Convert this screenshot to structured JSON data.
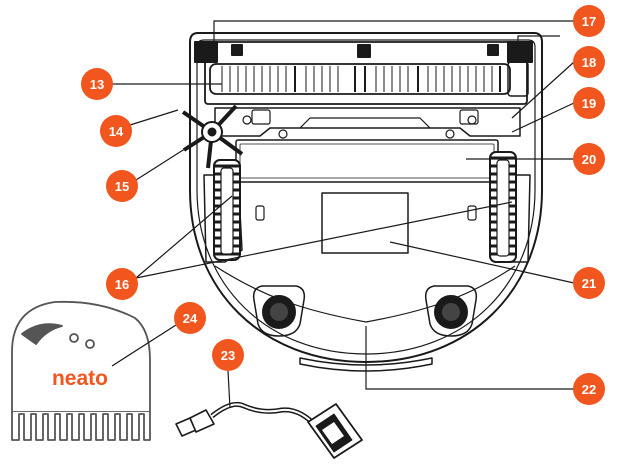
{
  "accent_color": "#f0561d",
  "line_color": "#1a1a1a",
  "brand_text": "neato",
  "callouts": [
    {
      "id": "c13",
      "label": "13"
    },
    {
      "id": "c14",
      "label": "14"
    },
    {
      "id": "c15",
      "label": "15"
    },
    {
      "id": "c16",
      "label": "16"
    },
    {
      "id": "c17",
      "label": "17"
    },
    {
      "id": "c18",
      "label": "18"
    },
    {
      "id": "c19",
      "label": "19"
    },
    {
      "id": "c20",
      "label": "20"
    },
    {
      "id": "c21",
      "label": "21"
    },
    {
      "id": "c22",
      "label": "22"
    },
    {
      "id": "c23",
      "label": "23"
    },
    {
      "id": "c24",
      "label": "24"
    }
  ],
  "icons": {
    "robot": "robot-vacuum-underside-icon",
    "tool": "cleaning-tool-icon",
    "cable": "usb-cable-icon"
  }
}
